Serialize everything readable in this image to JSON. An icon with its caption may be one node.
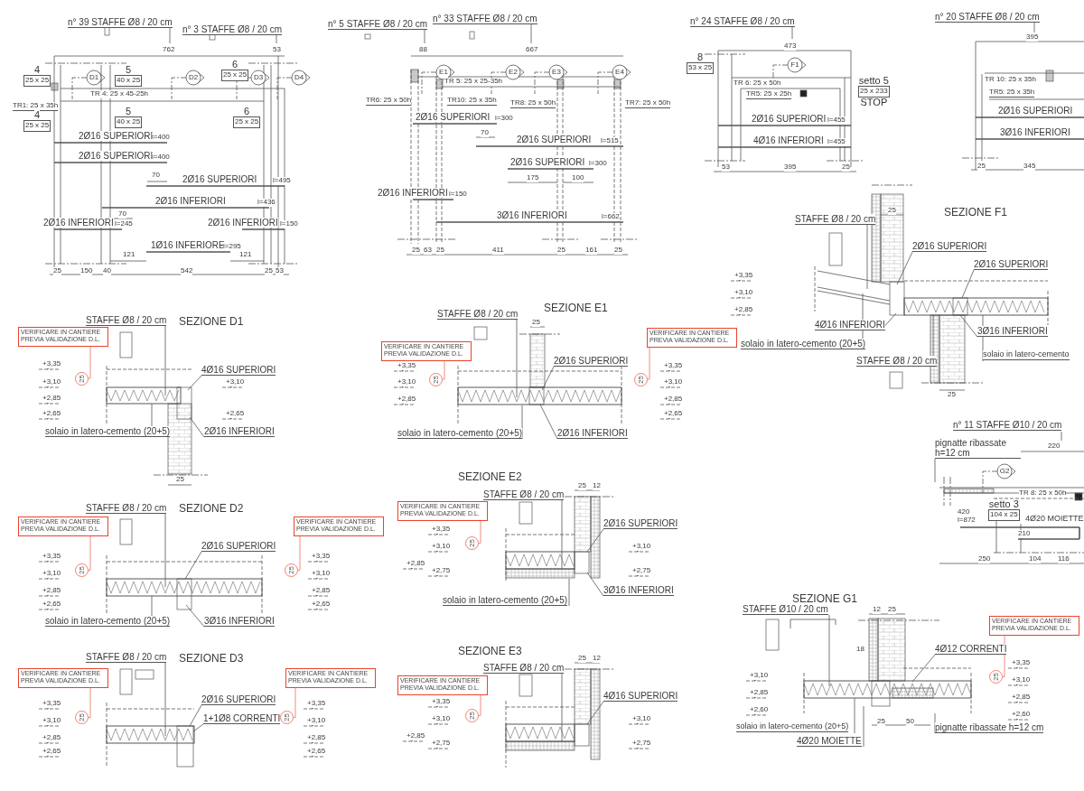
{
  "diagram": {
    "nodes": [
      {
        "text": [
          "VERIFICARE IN CANTIERE PREVIA VALIDAZIONE D.L."
        ]
      },
      {
        "text": [
          "25"
        ]
      },
      {
        "text": [
          "VERIFICARE IN CANTIERE PREVIA VALIDAZIONE D.L."
        ]
      },
      {
        "text": [
          "25"
        ]
      },
      {
        "text": [
          "VERIFICARE IN CANTIERE PREVIA VALIDAZIONE D.L."
        ]
      },
      {
        "text": [
          "25"
        ]
      },
      {
        "text": [
          "VERIFICARE IN CANTIERE PREVIA VALIDAZIONE D.L."
        ]
      },
      {
        "text": [
          "25"
        ]
      },
      {
        "text": [
          "VERIFICARE IN CANTIERE PREVIA VALIDAZIONE D.L."
        ]
      },
      {
        "text": [
          "25"
        ]
      },
      {
        "text": [
          "VERIFICARE IN CANTIERE PREVIA VALIDAZIONE D.L."
        ]
      },
      {
        "text": [
          "25"
        ]
      },
      {
        "text": [
          "VERIFICARE IN CANTIERE PREVIA VALIDAZIONE D.L."
        ]
      },
      {
        "text": [
          "25"
        ]
      },
      {
        "text": [
          "VERIFICARE IN CANTIERE PREVIA VALIDAZIONE D.L."
        ]
      },
      {
        "text": [
          "25"
        ]
      },
      {
        "text": [
          "VERIFICARE IN CANTIERE PREVIA VALIDAZIONE D.L."
        ]
      },
      {
        "text": [
          "25"
        ]
      },
      {
        "text": [
          "VERIFICARE IN CANTIERE PREVIA VALIDAZIONE D.L."
        ]
      },
      {
        "text": [
          "25"
        ]
      },
      {
        "text": [
          "25 x 25"
        ],
        "beside": [
          "4"
        ]
      },
      {
        "text": [
          "40 x 25"
        ],
        "beside": [
          "5"
        ]
      },
      {
        "text": [
          "25 x 25"
        ],
        "beside": [
          "6"
        ]
      },
      {
        "text": [
          "25 x 25"
        ],
        "beside": [
          "4"
        ]
      },
      {
        "text": [
          "40 x 25"
        ],
        "beside": [
          "5"
        ]
      },
      {
        "text": [
          "25 x 25"
        ],
        "beside": [
          "6"
        ]
      },
      {
        "text": [
          "53 x 25"
        ],
        "beside": [
          "8"
        ]
      },
      {
        "text": [
          "25 x 233"
        ],
        "beside": [
          "setto 5",
          "STOP"
        ]
      },
      {
        "text": [
          "104 x 25"
        ],
        "beside": [
          "setto 3"
        ]
      }
    ],
    "edges": [
      {
        "from": 0,
        "to": 1,
        "arrow": "none"
      },
      {
        "from": 2,
        "to": 3,
        "arrow": "none"
      },
      {
        "from": 4,
        "to": 5,
        "arrow": "none"
      },
      {
        "from": 6,
        "to": 7,
        "arrow": "none"
      },
      {
        "from": 8,
        "to": 9,
        "arrow": "none"
      },
      {
        "from": 10,
        "to": 11,
        "arrow": "none"
      },
      {
        "from": 12,
        "to": 13,
        "arrow": "none"
      },
      {
        "from": 14,
        "to": 15,
        "arrow": "none"
      },
      {
        "from": 16,
        "to": 17,
        "arrow": "none"
      },
      {
        "from": 18,
        "to": 19,
        "arrow": "none"
      }
    ],
    "labels": [
      "n° 39 STAFFE Ø8 / 20 cm",
      "n° 3 STAFFE Ø8 / 20 cm",
      "762",
      "53",
      "D1",
      "D2",
      "D3",
      "D4",
      "TR 4: 25 x 45-25h",
      "TR1: 25 x 35h",
      "2Ø16 SUPERIORI",
      "l=400",
      "2Ø16 SUPERIORI",
      "l=400",
      "70",
      "2Ø16 SUPERIORI",
      "l=495",
      "2Ø16 INFERIORI",
      "l=436",
      "70",
      "2Ø16 INFERIORI",
      "l=245",
      "2Ø16 INFERIORI",
      "l=150",
      "1Ø16 INFERIORE",
      "l=295",
      "121",
      "121",
      "25",
      "150",
      "40",
      "542",
      "25",
      "53",
      "n° 5 STAFFE Ø8 / 20 cm",
      "n° 33 STAFFE Ø8 / 20 cm",
      "88",
      "667",
      "E1",
      "E2",
      "E3",
      "E4",
      "TR 5: 25 x 25-35h",
      "TR6: 25 x 50h",
      "TR10: 25 x 35h",
      "TR8: 25 x 50h",
      "TR7: 25 x 50h",
      "2Ø16 SUPERIORI",
      "l=300",
      "70",
      "2Ø16 SUPERIORI",
      "l=515",
      "2Ø16 SUPERIORI",
      "l=300",
      "175",
      "100",
      "2Ø16 INFERIORI",
      "l=150",
      "3Ø16 INFERIORI",
      "l=662",
      "25",
      "63",
      "25",
      "411",
      "25",
      "161",
      "25",
      "n° 24 STAFFE Ø8 / 20 cm",
      "473",
      "F1",
      "TR 6: 25 x 50h",
      "TR5: 25 x 25h",
      "2Ø16 SUPERIORI",
      "l=455",
      "4Ø16 INFERIORI",
      "l=455",
      "53",
      "395",
      "25",
      "n° 20 STAFFE Ø8 / 20 cm",
      "395",
      "TR 10: 25 x 35h",
      "TR5: 25 x 35h",
      "2Ø16 SUPERIORI",
      "3Ø16 INFERIORI",
      "25",
      "345",
      "STAFFE Ø8 / 20 cm",
      "SEZIONE D1",
      "+3,35",
      "+3,10",
      "+2,85",
      "+2,65",
      "+3,10",
      "+2,65",
      "4Ø16 SUPERIORI",
      "solaio in latero-cemento (20+5)",
      "2Ø16 INFERIORI",
      "25",
      "STAFFE Ø8 / 20 cm",
      "SEZIONE D2",
      "+3,35",
      "+3,10",
      "+2,85",
      "+2,65",
      "+3,35",
      "+3,10",
      "+2,85",
      "+2,65",
      "2Ø16 SUPERIORI",
      "solaio in latero-cemento (20+5)",
      "3Ø16 INFERIORI",
      "STAFFE Ø8 / 20 cm",
      "SEZIONE D3",
      "+3,35",
      "+3,10",
      "+2,85",
      "+2,65",
      "+3,35",
      "+3,10",
      "+2,85",
      "+2,65",
      "2Ø16 SUPERIORI",
      "1+1Ø8 CORRENTI",
      "SEZIONE E1",
      "STAFFE Ø8 / 20 cm",
      "25",
      "+3,35",
      "+3,10",
      "+2,85",
      "+3,35",
      "+3,10",
      "+2,85",
      "+2,65",
      "2Ø16 SUPERIORI",
      "solaio in latero-cemento (20+5)",
      "2Ø16 INFERIORI",
      "SEZIONE E2",
      "STAFFE Ø8 / 20 cm",
      "25",
      "12",
      "+3,35",
      "+3,10",
      "+2,85",
      "+2,75",
      "+3,10",
      "+2,75",
      "2Ø16 SUPERIORI",
      "3Ø16 INFERIORI",
      "solaio in latero-cemento (20+5)",
      "SEZIONE E3",
      "STAFFE Ø8 / 20 cm",
      "25",
      "12",
      "+3,35",
      "+3,10",
      "+2,85",
      "+2,75",
      "+3,10",
      "+2,75",
      "4Ø16 SUPERIORI",
      "SEZIONE F1",
      "25",
      "STAFFE Ø8 / 20 cm",
      "2Ø16 SUPERIORI",
      "2Ø16 SUPERIORI",
      "+3,35",
      "+3,10",
      "+2,85",
      "4Ø16 INFERIORI",
      "3Ø16 INFERIORI",
      "solaio in latero-cemento (20+5)",
      "solaio in latero-cemento",
      "STAFFE Ø8 / 20 cm",
      "25",
      "n° 11 STAFFE Ø10 / 20 cm",
      "pignatte ribassate h=12 cm",
      "220",
      "G2",
      "TR 8: 25 x 50h",
      "4Ø20 MOIETTE",
      "420 l=872",
      "210",
      "250",
      "104",
      "116",
      "SEZIONE G1",
      "STAFFE Ø10 / 20 cm",
      "12",
      "25",
      "18",
      "4Ø12 CORRENTI",
      "+3,10",
      "+2,85",
      "+2,60",
      "+3,35",
      "+3,10",
      "+2,85",
      "+2,60",
      "solaio in latero-cemento (20+5)",
      "pignatte ribassate h=12 cm",
      "4Ø20 MOIETTE",
      "25",
      "50"
    ]
  }
}
